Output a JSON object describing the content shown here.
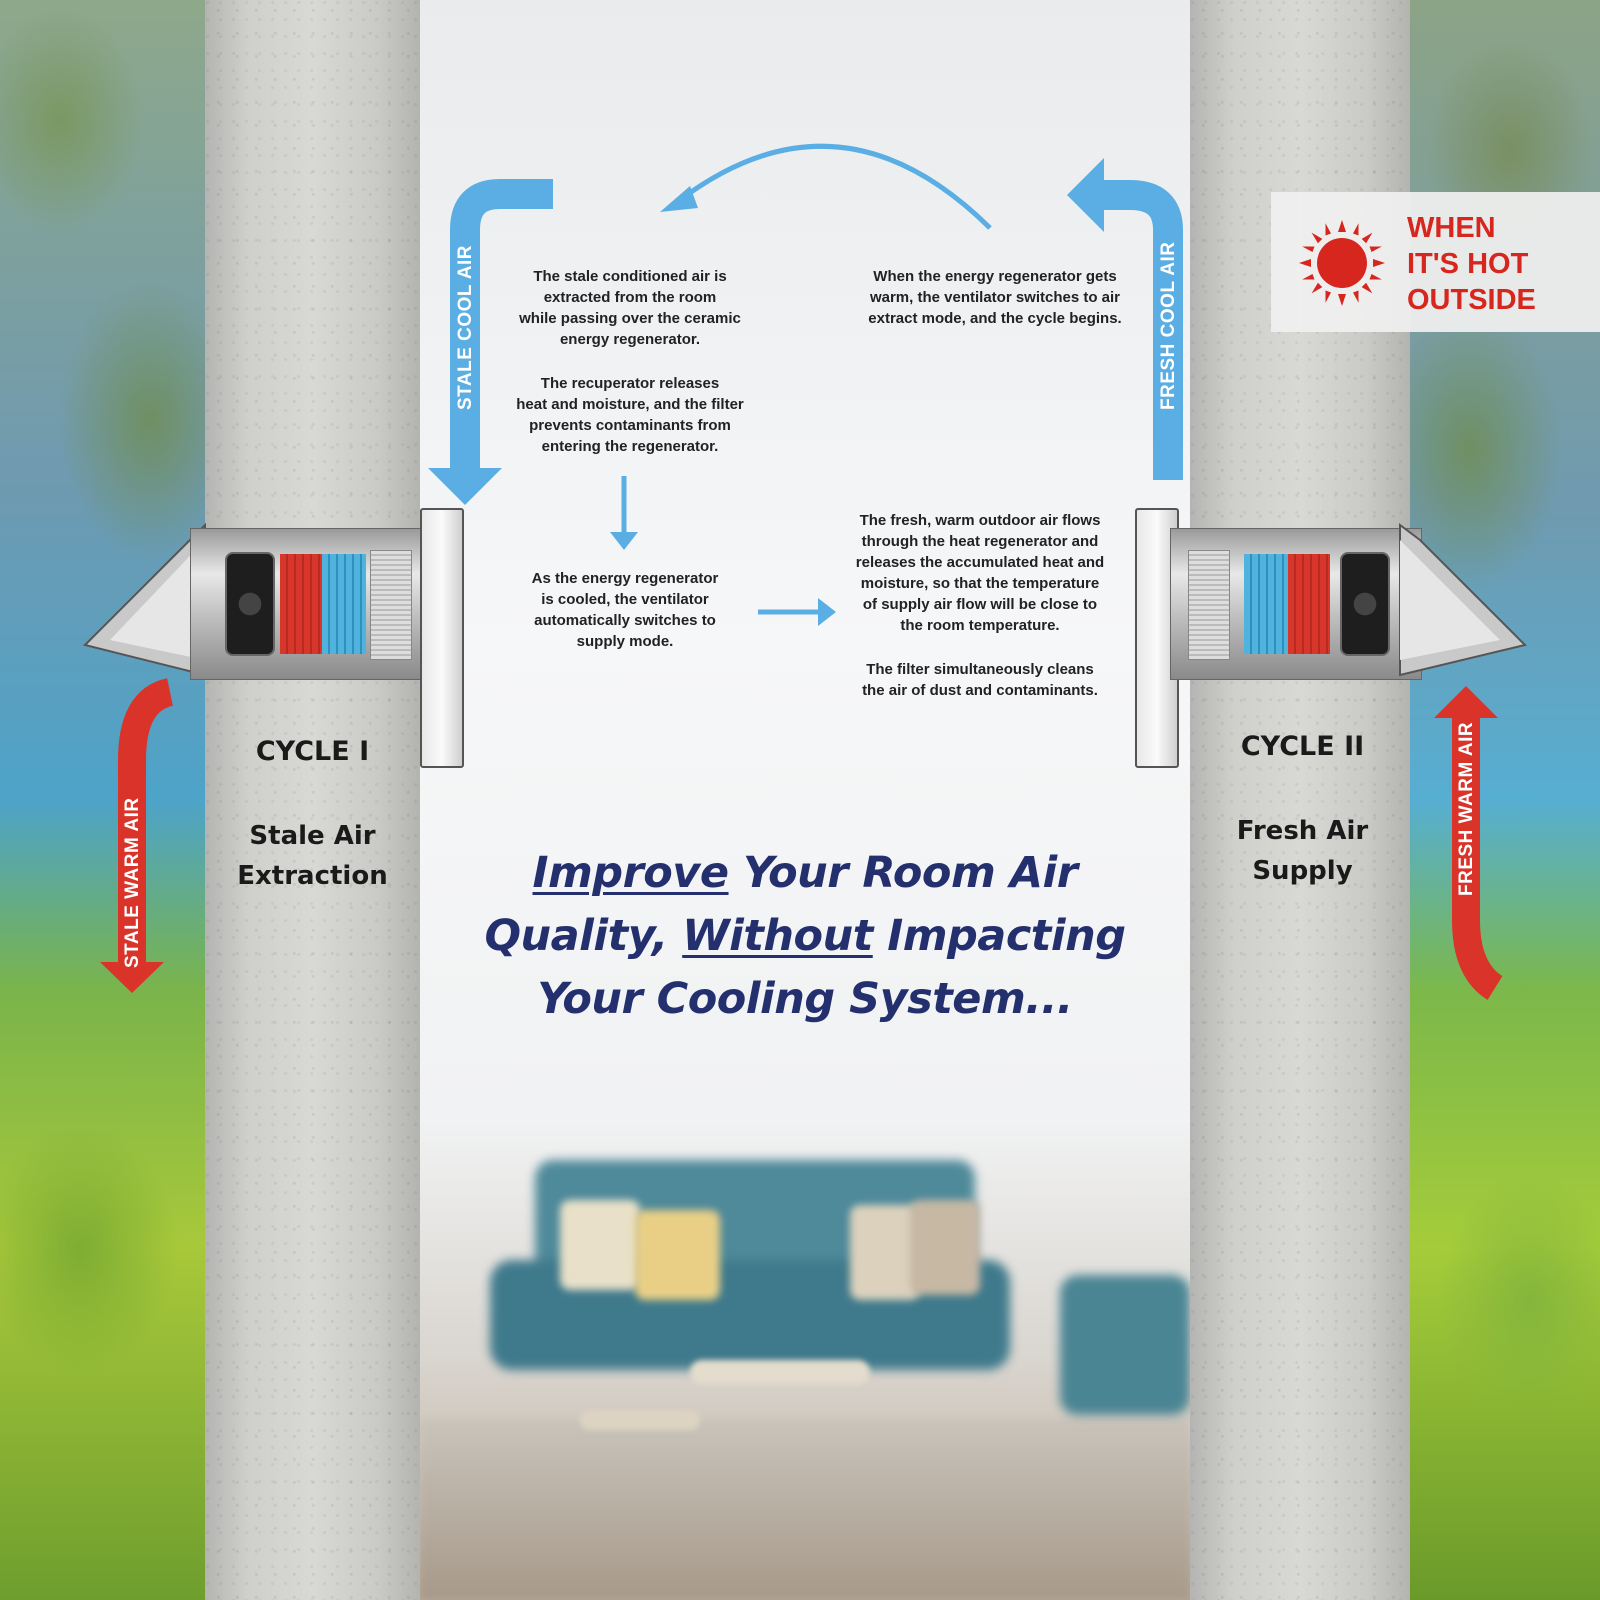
{
  "badge": {
    "text": "WHEN\nIT'S HOT\nOUTSIDE",
    "icon": "sun-icon",
    "color": "#d7261e"
  },
  "airflow_labels": {
    "stale_cool_air": "STALE COOL AIR",
    "fresh_cool_air": "FRESH COOL AIR",
    "stale_warm_air": "STALE WARM AIR",
    "fresh_warm_air": "FRESH WARM AIR"
  },
  "notes": {
    "extract_intro": "The stale conditioned air is\nextracted from the room\nwhile passing over the ceramic\nenergy regenerator.",
    "recuperator": "The recuperator releases\nheat and moisture, and the filter\nprevents contaminants from\nentering the regenerator.",
    "cooled_switch": "As the energy regenerator\nis cooled, the ventilator\nautomatically switches to\nsupply mode.",
    "warm_switch": "When the energy regenerator gets\nwarm, the ventilator switches to air\nextract mode, and the cycle begins.",
    "fresh_flow": "The fresh, warm outdoor air flows\nthrough the heat regenerator and\nreleases the accumulated heat and\nmoisture, so that the temperature\nof supply air flow will be close to\nthe room temperature.",
    "filter_clean": "The filter simultaneously cleans\nthe air of dust and contaminants."
  },
  "cycles": {
    "one": {
      "title": "CYCLE I",
      "subtitle": "Stale Air\nExtraction"
    },
    "two": {
      "title": "CYCLE II",
      "subtitle": "Fresh Air\nSupply"
    }
  },
  "headline": {
    "w1": "Improve",
    "t1": " Your Room Air Quality, ",
    "w2": "Without",
    "t2": " Impacting Your Cooling System..."
  },
  "colors": {
    "blue_arrow": "#5aaee3",
    "red_arrow": "#d9332a",
    "headline": "#24306e"
  }
}
